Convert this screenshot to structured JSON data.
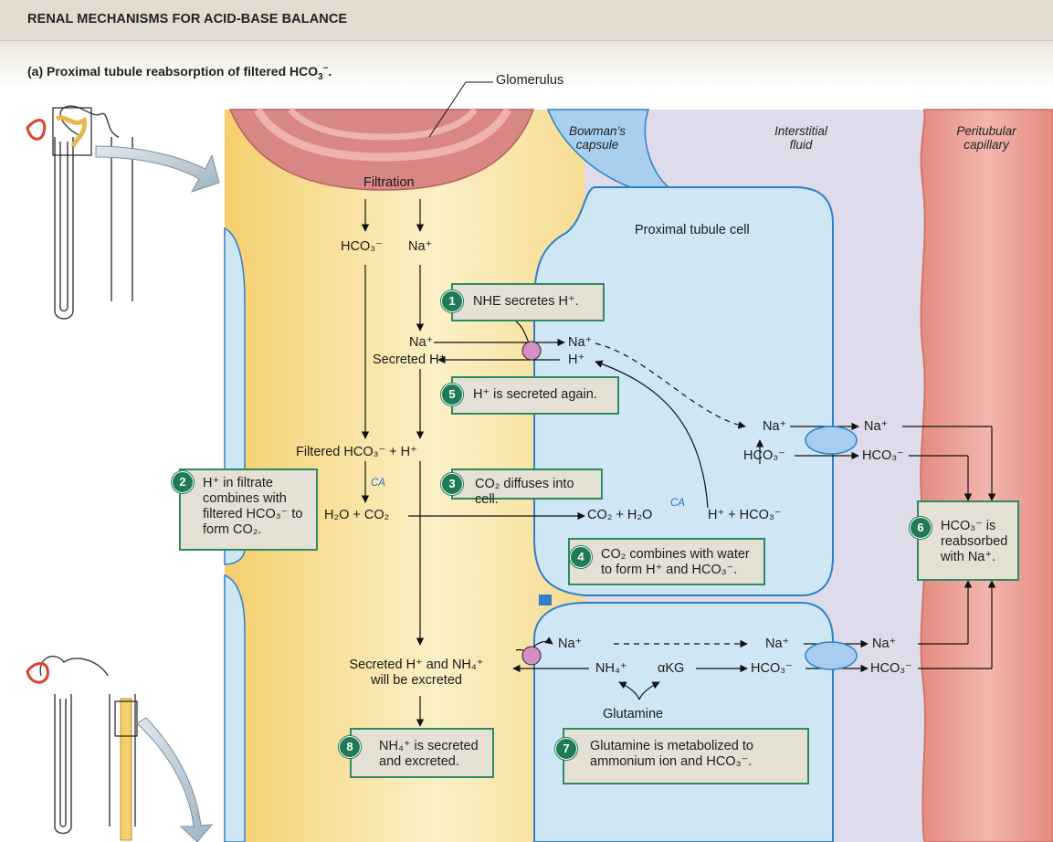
{
  "header": {
    "title": "RENAL MECHANISMS FOR ACID-BASE BALANCE"
  },
  "subheader": {
    "title": "(a) Proximal tubule reabsorption of filtered HCO₃⁻."
  },
  "regions": {
    "glomerulus": "Glomerulus",
    "bowmans_capsule": "Bowman’s capsule",
    "interstitial_fluid": "Interstitial fluid",
    "peritubular_capillary": "Peritubular capillary",
    "proximal_tubule_cell": "Proximal tubule cell"
  },
  "lumen": {
    "filtration": "Filtration",
    "hco3": "HCO₃⁻",
    "na": "Na⁺",
    "na_lumen": "Na⁺",
    "secreted_h": "Secreted H⁺",
    "filtered_hco3_h": "Filtered HCO₃⁻ + H⁺",
    "ca_lumen": "CA",
    "h2o_co2": "H₂O + CO₂",
    "secreted_excreted": "Secreted H⁺ and NH₄⁺ will be excreted",
    "na_lower": "Na⁺",
    "nh4_lower": "NH₄⁺"
  },
  "cell": {
    "na_in": "Na⁺",
    "h_in": "H⁺",
    "na_basal": "Na⁺",
    "hco3_basal": "HCO₃⁻",
    "co2_h2o": "CO₂ + H₂O",
    "ca_cell": "CA",
    "h_hco3": "H⁺ + HCO₃⁻",
    "akg": "αKG",
    "hco3_lower": "HCO₃⁻",
    "na_lower_cell": "Na⁺",
    "glutamine": "Glutamine"
  },
  "interstitial": {
    "na_out": "Na⁺",
    "hco3_out": "HCO₃⁻",
    "na_out_lower": "Na⁺",
    "hco3_out_lower": "HCO₃⁻"
  },
  "steps": [
    {
      "num": "1",
      "text": "NHE secretes H⁺."
    },
    {
      "num": "2",
      "text": "H⁺ in filtrate combines with filtered HCO₃⁻ to form CO₂."
    },
    {
      "num": "3",
      "text": "CO₂ diffuses into cell."
    },
    {
      "num": "4",
      "text": "CO₂ combines with water to form H⁺ and HCO₃⁻."
    },
    {
      "num": "5",
      "text": "H⁺ is secreted again."
    },
    {
      "num": "6",
      "text": "HCO₃⁻ is reabsorbed with Na⁺."
    },
    {
      "num": "7",
      "text": "Glutamine is metabolized to ammonium ion and HCO₃⁻."
    },
    {
      "num": "8",
      "text": "NH₄⁺ is secreted and excreted."
    }
  ],
  "colors": {
    "lumen": "#f6d98a",
    "cell": "#cfe6f4",
    "cell_border": "#2f7fc6",
    "interstitial": "#dedbea",
    "capillary": "#ea9d92",
    "glomerulus": "#d98784",
    "step_box": "#e5e0d4",
    "step_border": "#2e8a62",
    "transporter": "#d58fc5",
    "cotransporter": "#a8cdf0"
  }
}
